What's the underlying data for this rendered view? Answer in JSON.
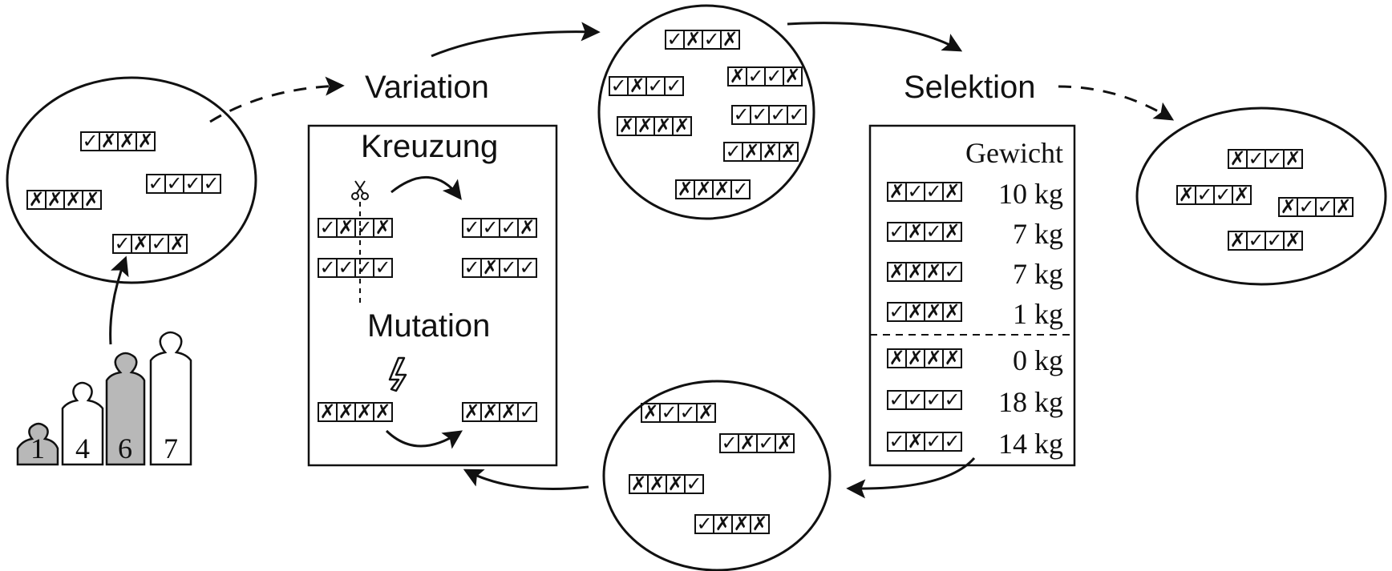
{
  "labels": {
    "variation": "Variation",
    "selektion": "Selektion",
    "kreuzung": "Kreuzung",
    "mutation": "Mutation",
    "gewicht": "Gewicht"
  },
  "weights_icon": [
    "1",
    "4",
    "6",
    "7"
  ],
  "population_start": [
    "✓✗✗✗",
    "✗✗✗✗",
    "✓✓✓✓",
    "✓✗✓✗"
  ],
  "crossover": {
    "parents": [
      "✓✗✓✗",
      "✓✓✓✓"
    ],
    "children": [
      "✓✓✓✗",
      "✓✗✓✓"
    ]
  },
  "mutation": {
    "before": "✗✗✗✗",
    "after": "✗✗✗✓"
  },
  "population_varied": [
    "✓✗✓✗",
    "✓✗✓✓",
    "✗✓✓✗",
    "✗✗✗✗",
    "✓✓✓✓",
    "✓✗✗✗",
    "✗✗✗✓"
  ],
  "selection_table": [
    {
      "genome": "✗✓✓✗",
      "weight": "10 kg"
    },
    {
      "genome": "✓✗✓✗",
      "weight": "7 kg"
    },
    {
      "genome": "✗✗✗✓",
      "weight": "7 kg"
    },
    {
      "genome": "✓✗✗✗",
      "weight": "1 kg"
    },
    {
      "genome": "✗✗✗✗",
      "weight": "0 kg"
    },
    {
      "genome": "✓✓✓✓",
      "weight": "18 kg"
    },
    {
      "genome": "✓✗✓✓",
      "weight": "14 kg"
    }
  ],
  "population_selected": [
    "✗✓✓✗",
    "✗✓✓✗",
    "✗✓✓✗",
    "✗✓✓✗"
  ],
  "population_bottom": [
    "✗✓✓✗",
    "✓✗✓✗",
    "✗✗✗✓",
    "✓✗✗✗"
  ],
  "colors": {
    "ink": "#111111",
    "weight_fill": "#b8b8b8"
  }
}
